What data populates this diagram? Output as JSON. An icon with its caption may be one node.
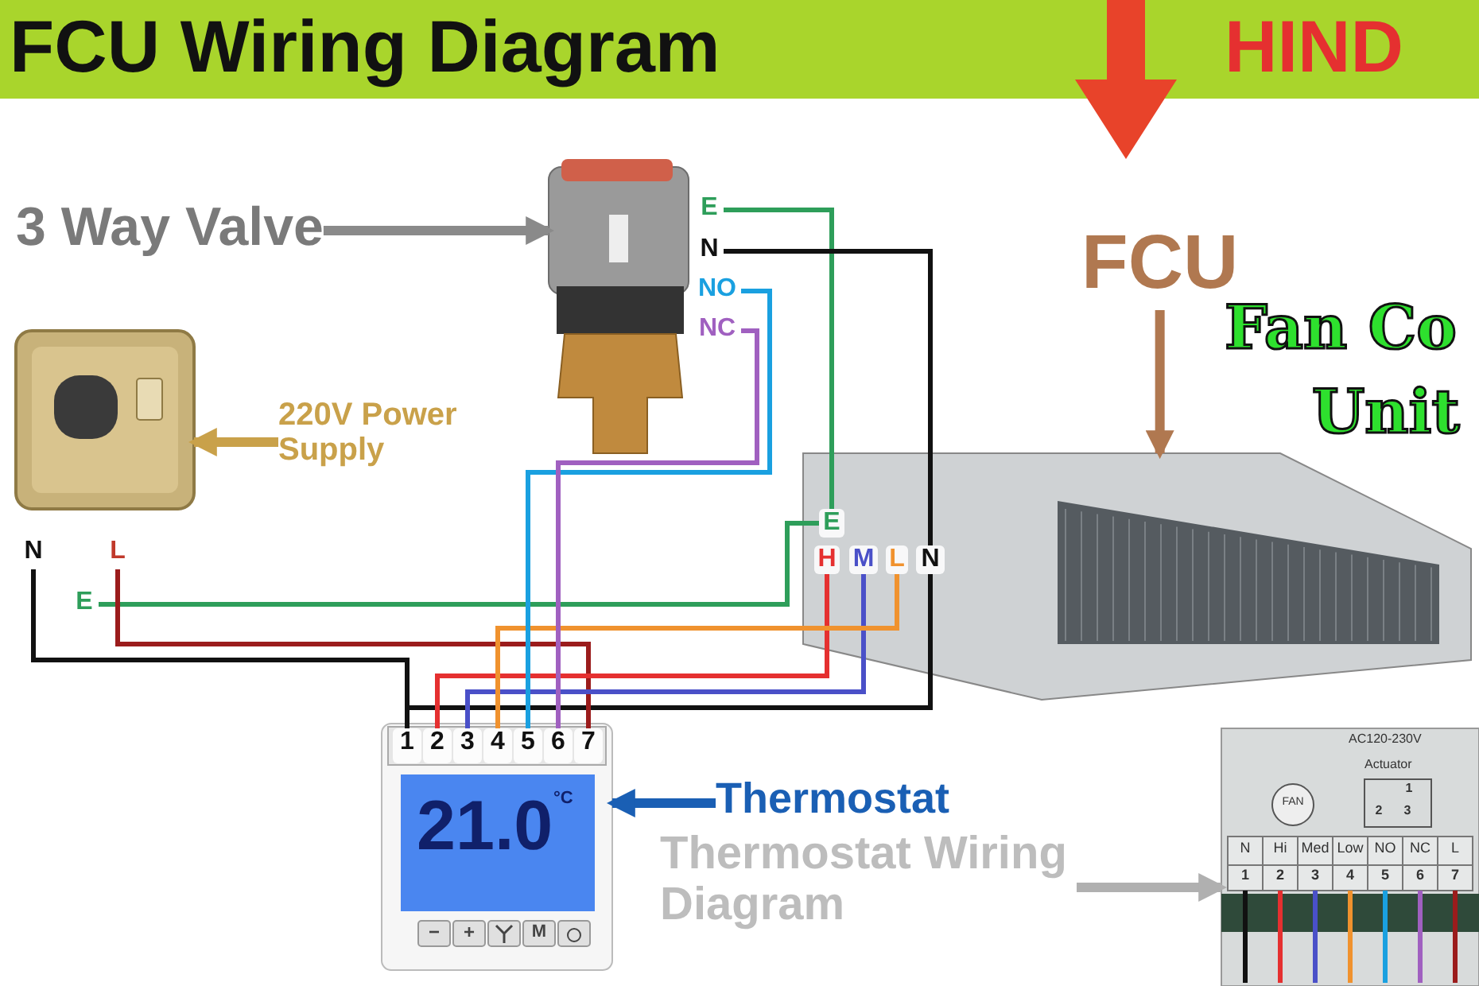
{
  "diagram": {
    "title": "FCU Wiring Diagram",
    "nodes": [
      {
        "text": [
          "3 Way Valve"
        ]
      },
      {
        "text": [],
        "shape": "picture"
      },
      {
        "text": [
          "E"
        ]
      },
      {
        "text": [
          "N"
        ]
      },
      {
        "text": [
          "NO"
        ]
      },
      {
        "text": [
          "NC"
        ]
      },
      {
        "text": [],
        "shape": "picture"
      },
      {
        "text": [
          "220V Power Supply"
        ]
      },
      {
        "text": [
          "N"
        ]
      },
      {
        "text": [
          "L"
        ]
      },
      {
        "text": [
          "E"
        ]
      },
      {
        "text": [
          "FCU"
        ]
      },
      {
        "text": [],
        "shape": "picture"
      },
      {
        "text": [
          "E"
        ],
        "in": 12
      },
      {
        "text": [
          "H"
        ],
        "in": 12
      },
      {
        "text": [
          "M"
        ],
        "in": 12
      },
      {
        "text": [
          "L"
        ],
        "in": 12
      },
      {
        "text": [
          "N"
        ],
        "in": 12
      },
      {
        "text": [],
        "shape": "picture"
      },
      {
        "text": [
          "1"
        ],
        "in": 18
      },
      {
        "text": [
          "2"
        ],
        "in": 18
      },
      {
        "text": [
          "3"
        ],
        "in": 18
      },
      {
        "text": [
          "4"
        ],
        "in": 18
      },
      {
        "text": [
          "5"
        ],
        "in": 18
      },
      {
        "text": [
          "6"
        ],
        "in": 18
      },
      {
        "text": [
          "7"
        ],
        "in": 18
      },
      {
        "text": [
          "Thermostat"
        ]
      },
      {
        "text": [
          "Thermostat Wiring Diagram"
        ]
      },
      {
        "text": [],
        "shape": "picture"
      }
    ],
    "edges": [
      {
        "from": 0,
        "to": 1,
        "arrow": "to",
        "style": "thick",
        "color": "#8a8a8a"
      },
      {
        "from": 7,
        "to": 6,
        "arrow": "to",
        "style": "thick",
        "color": "#c9a14a"
      },
      {
        "from": 11,
        "to": 12,
        "arrow": "to",
        "style": "thick",
        "color": "#b07850"
      },
      {
        "from": 26,
        "to": 18,
        "arrow": "to",
        "style": "thick",
        "color": "#1a5fb4"
      },
      {
        "from": 27,
        "to": 28,
        "arrow": "to",
        "style": "thick",
        "color": "#b0b0b0"
      },
      {
        "from": 2,
        "to": 13,
        "arrow": "none",
        "color": "#2e9e5a"
      },
      {
        "from": 13,
        "to": 10,
        "arrow": "none",
        "color": "#2e9e5a"
      },
      {
        "from": 3,
        "to": 17,
        "arrow": "none",
        "color": "#111111"
      },
      {
        "from": 17,
        "to": 19,
        "arrow": "none",
        "color": "#111111"
      },
      {
        "from": 8,
        "to": 19,
        "arrow": "none",
        "color": "#111111"
      },
      {
        "from": 9,
        "to": 25,
        "arrow": "none",
        "color": "#9b1c1c"
      },
      {
        "from": 20,
        "to": 14,
        "arrow": "none",
        "color": "#e53030"
      },
      {
        "from": 21,
        "to": 15,
        "arrow": "none",
        "color": "#4a50c8"
      },
      {
        "from": 22,
        "to": 16,
        "arrow": "none",
        "color": "#f0922e"
      },
      {
        "from": 23,
        "to": 4,
        "arrow": "none",
        "color": "#1aa0e0"
      },
      {
        "from": 24,
        "to": 5,
        "arrow": "none",
        "color": "#a060c0"
      }
    ],
    "labels": [
      "HIND",
      "Fan Co",
      "Unit",
      "21.0",
      "°C",
      "−",
      "+",
      "M",
      "AC120-230V",
      "Actuator",
      "FAN",
      "1",
      "2",
      "3",
      "N",
      "Hi",
      "Med",
      "Low",
      "NO",
      "NC",
      "L",
      "1",
      "2",
      "3",
      "4",
      "5",
      "6",
      "7"
    ]
  }
}
